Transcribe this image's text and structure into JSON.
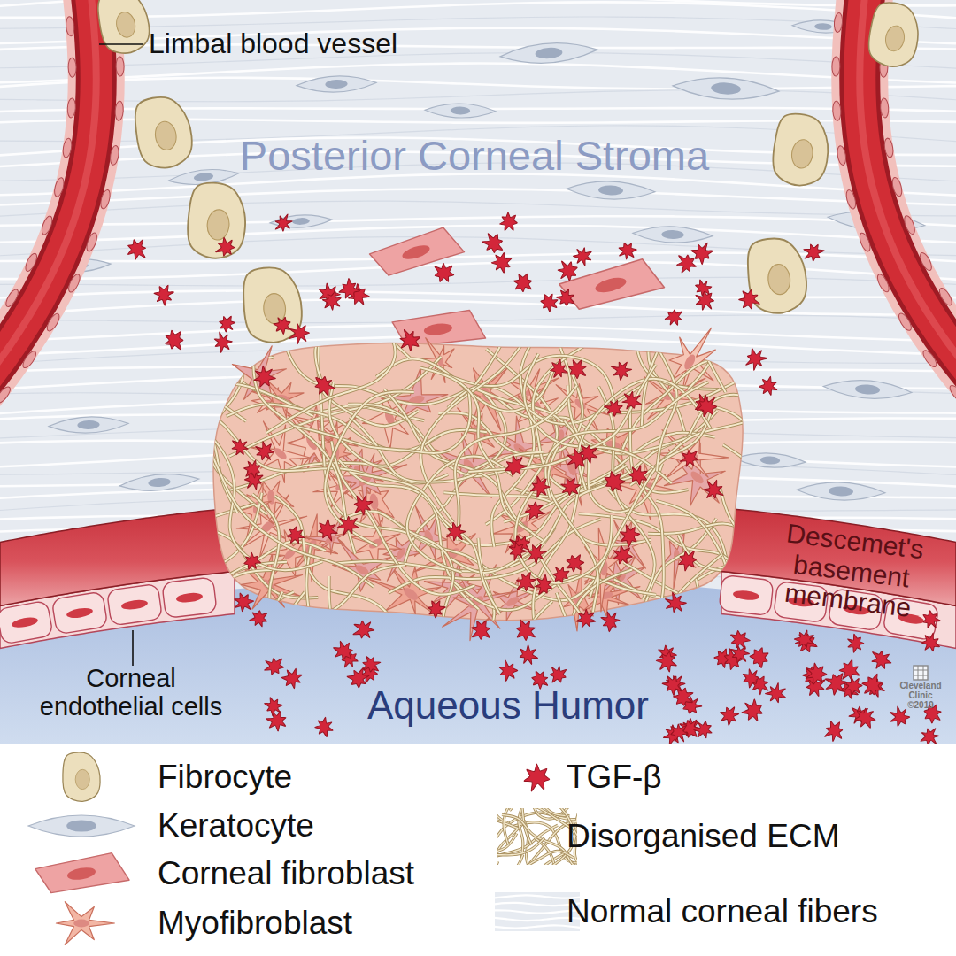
{
  "diagram": {
    "labels": [
      "Limbal blood vessel",
      "Posterior Corneal Stroma",
      "Descemet's basement membrane",
      "Corneal endothelial cells",
      "Aqueous Humor",
      "Cleveland Clinic ©2019"
    ],
    "legend": [
      {
        "text": "Fibrocyte"
      },
      {
        "text": "Keratocyte"
      },
      {
        "text": "Corneal fibroblast"
      },
      {
        "text": "Myofibroblast"
      },
      {
        "text": "TGF-β"
      },
      {
        "text": "Disorganised ECM"
      },
      {
        "text": "Normal corneal fibers"
      }
    ]
  }
}
